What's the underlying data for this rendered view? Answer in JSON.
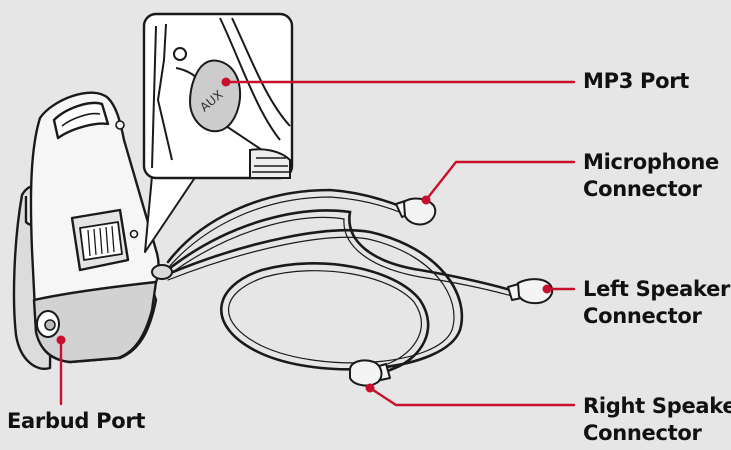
{
  "labels": {
    "mp3_port": "MP3 Port",
    "microphone_connector": [
      "Microphone",
      "Connector"
    ],
    "left_speaker_connector": [
      "Left Speaker",
      "Connector"
    ],
    "right_speaker_connector": [
      "Right Speaker",
      "Connector"
    ],
    "earbud_port": "Earbud Port"
  },
  "port_marking": "AUX",
  "colors": {
    "background": "#e7e6e6",
    "callout_line": "#c8102e",
    "outline": "#1a1a1a",
    "device_fill": "#f4f4f4"
  }
}
